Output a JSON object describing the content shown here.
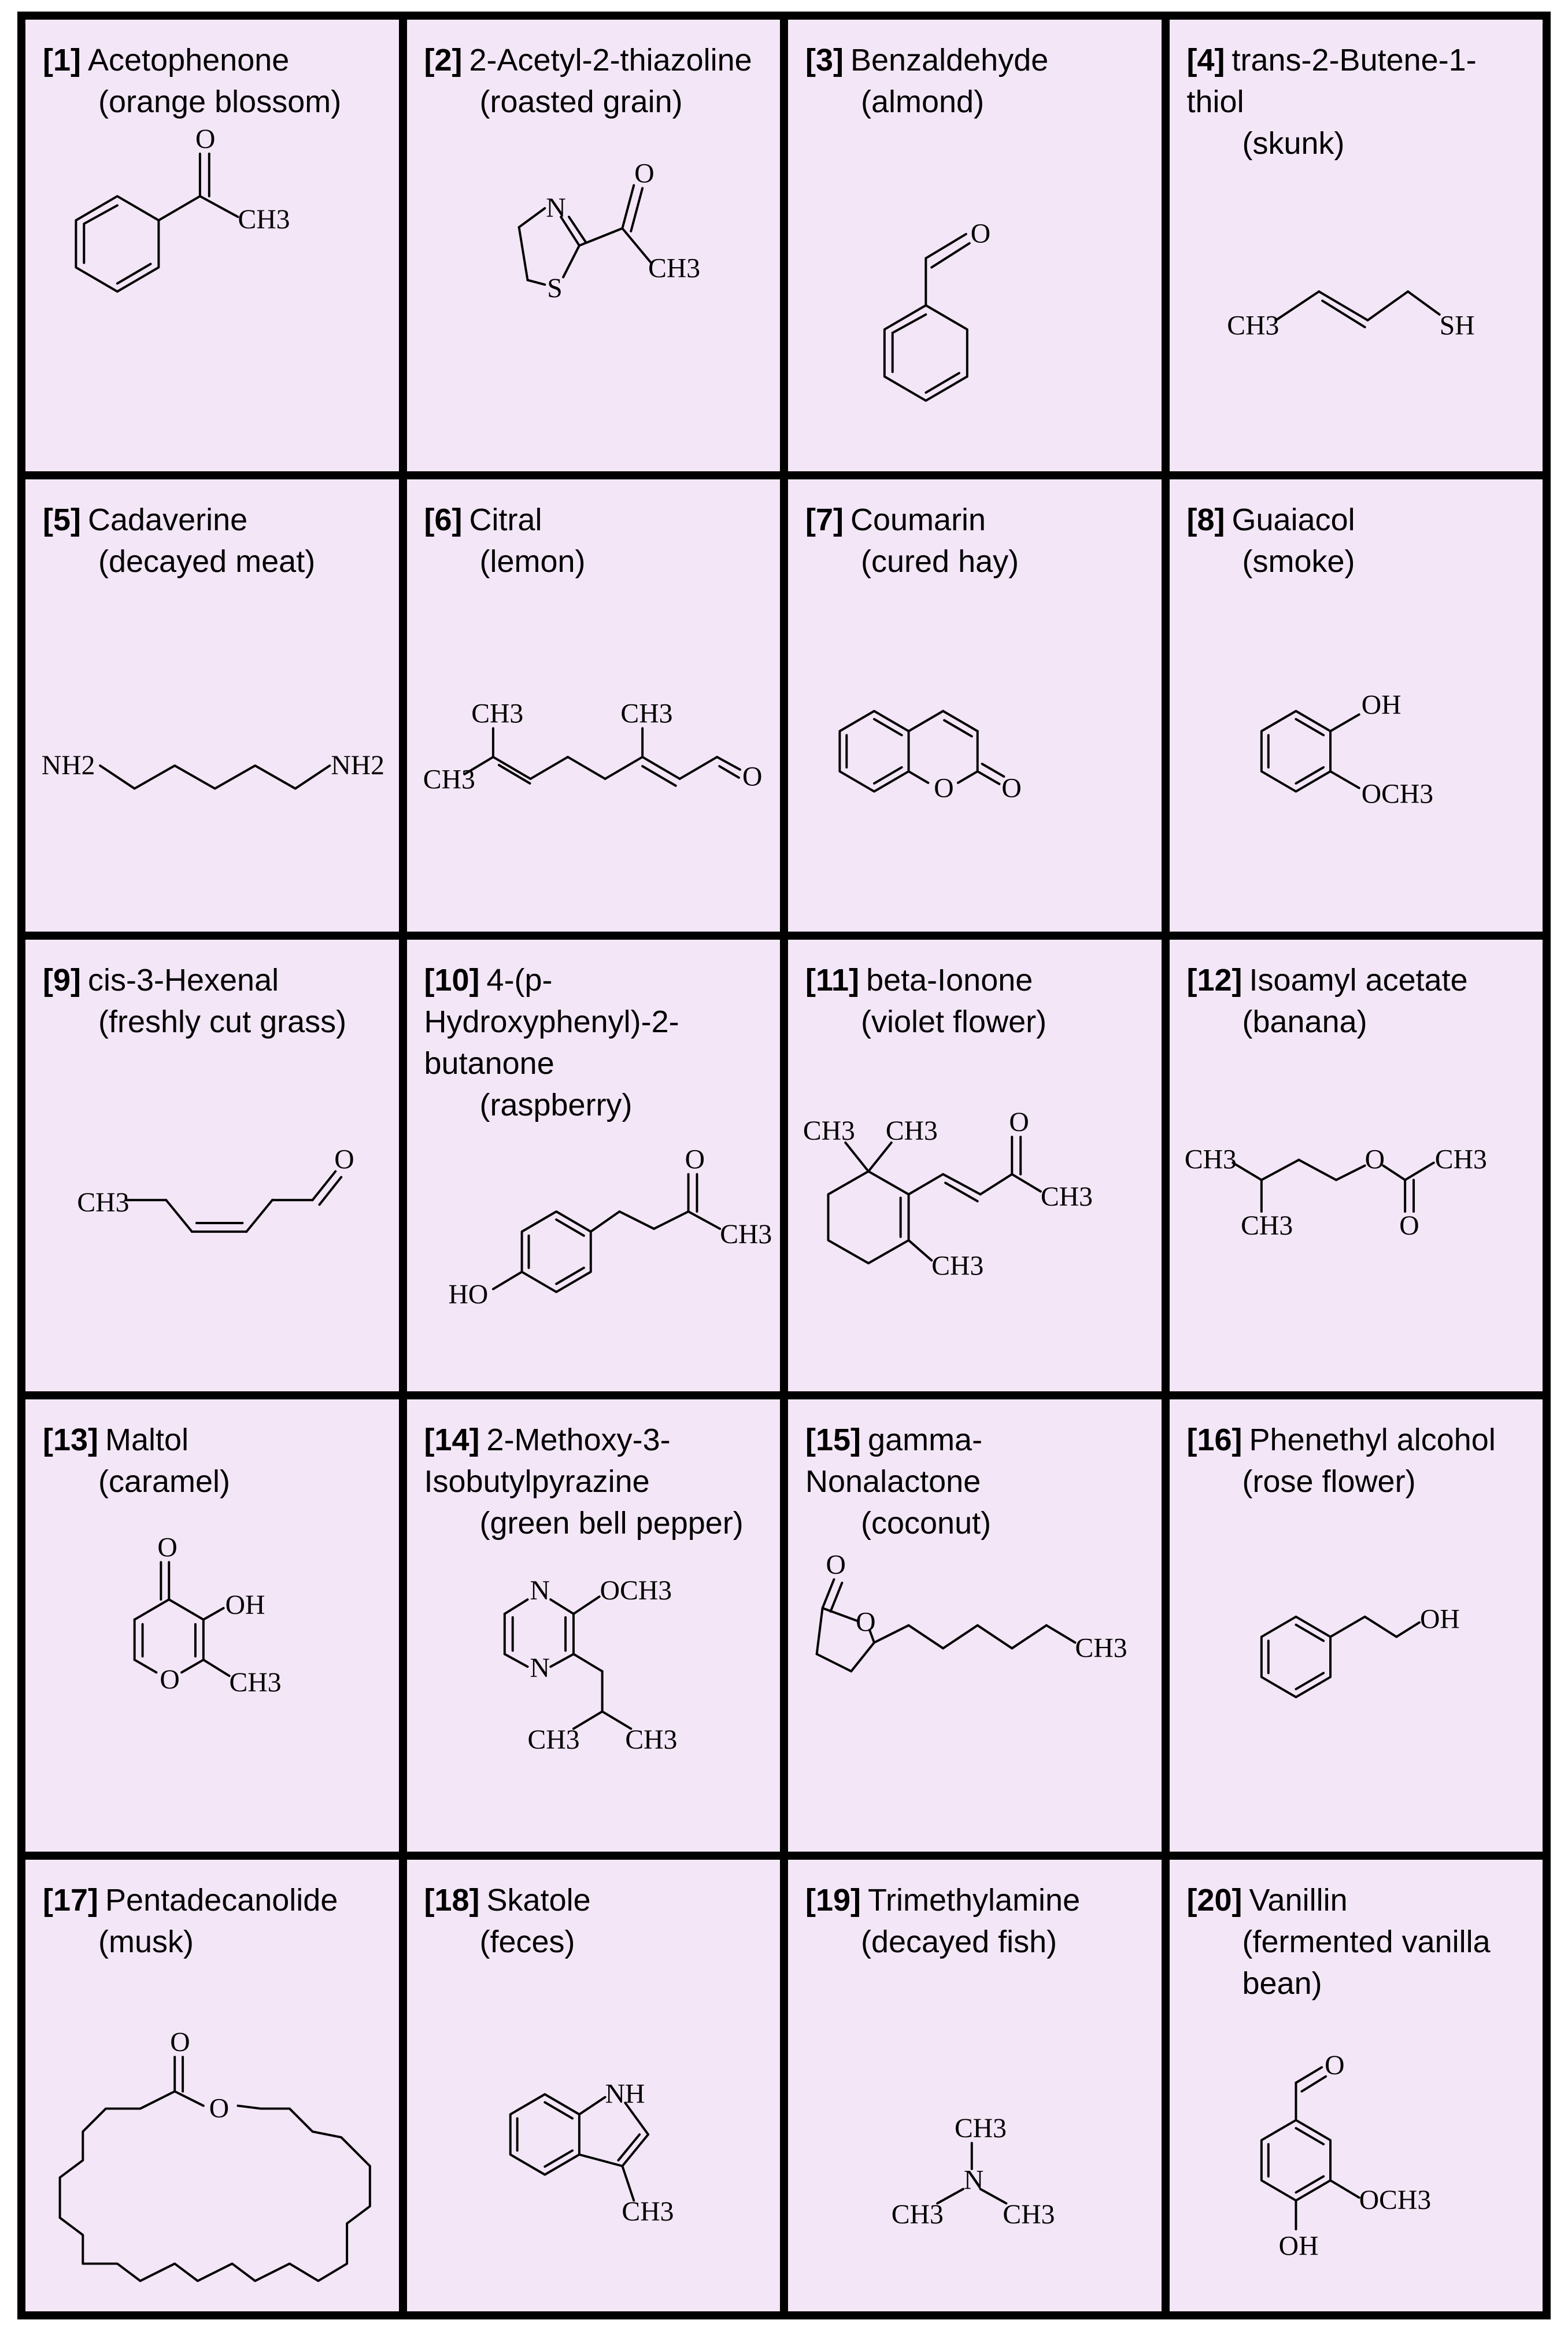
{
  "compounds": [
    {
      "num": "[1]",
      "name": "Acetophenone",
      "odor": "(orange blossom)"
    },
    {
      "num": "[2]",
      "name": "2-Acetyl-2-thiazoline",
      "odor": "(roasted grain)"
    },
    {
      "num": "[3]",
      "name": "Benzaldehyde",
      "odor": "(almond)"
    },
    {
      "num": "[4]",
      "name": "trans-2-Butene-1-thiol",
      "odor": "(skunk)"
    },
    {
      "num": "[5]",
      "name": "Cadaverine",
      "odor": "(decayed meat)"
    },
    {
      "num": "[6]",
      "name": "Citral",
      "odor": "(lemon)"
    },
    {
      "num": "[7]",
      "name": "Coumarin",
      "odor": "(cured hay)"
    },
    {
      "num": "[8]",
      "name": "Guaiacol",
      "odor": "(smoke)"
    },
    {
      "num": "[9]",
      "name": "cis-3-Hexenal",
      "odor": "(freshly cut grass)"
    },
    {
      "num": "[10]",
      "name": "4-(p-Hydroxyphenyl)-2-butanone",
      "odor": "(raspberry)"
    },
    {
      "num": "[11]",
      "name": "beta-Ionone",
      "odor": "(violet flower)"
    },
    {
      "num": "[12]",
      "name": "Isoamyl acetate",
      "odor": "(banana)"
    },
    {
      "num": "[13]",
      "name": "Maltol",
      "odor": "(caramel)"
    },
    {
      "num": "[14]",
      "name": "2-Methoxy-3-Isobutylpyrazine",
      "odor": "(green bell pepper)"
    },
    {
      "num": "[15]",
      "name": "gamma-Nonalactone",
      "odor": "(coconut)"
    },
    {
      "num": "[16]",
      "name": "Phenethyl alcohol",
      "odor": "(rose flower)"
    },
    {
      "num": "[17]",
      "name": "Pentadecanolide",
      "odor": "(musk)"
    },
    {
      "num": "[18]",
      "name": "Skatole",
      "odor": "(feces)"
    },
    {
      "num": "[19]",
      "name": "Trimethylamine",
      "odor": "(decayed fish)"
    },
    {
      "num": "[20]",
      "name": "Vanillin",
      "odor": "(fermented vanilla bean)"
    }
  ],
  "atom_labels": {
    "o": "O",
    "n": "N",
    "s": "S",
    "ch3": "CH3",
    "sh": "SH",
    "nh2": "NH2",
    "oh": "OH",
    "och3": "OCH3",
    "ho": "HO",
    "nh": "NH"
  }
}
